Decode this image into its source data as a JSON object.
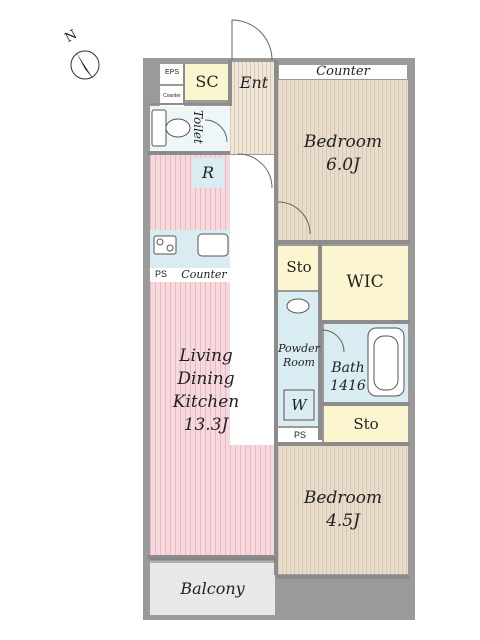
{
  "compass": {
    "north_label": "N"
  },
  "rooms": {
    "eps": "EPS",
    "sc": "SC",
    "entrance": "Ent",
    "counter_small": "Counter",
    "toilet": "Toilet",
    "refrigerator": "R",
    "ps_top": "PS",
    "counter_kitchen": "Counter",
    "ldk_line1": "Living",
    "ldk_line2": "Dining",
    "ldk_line3": "Kitchen",
    "ldk_size": "13.3J",
    "balcony": "Balcony",
    "counter_top": "Counter",
    "bedroom1_name": "Bedroom",
    "bedroom1_size": "6.0J",
    "storage1": "Sto",
    "wic": "WIC",
    "powder_line1": "Powder",
    "powder_line2": "Room",
    "washer": "W",
    "bath_name": "Bath",
    "bath_size": "1416",
    "ps_bottom": "PS",
    "storage2": "Sto",
    "bedroom2_name": "Bedroom",
    "bedroom2_size": "4.5J"
  },
  "colors": {
    "wall": "#8c8c8c",
    "wood_floor": "#e8dccb",
    "ldk_floor": "#f6d9dd",
    "wet_area": "#d8ecf1",
    "storage": "#fbf6cf"
  }
}
